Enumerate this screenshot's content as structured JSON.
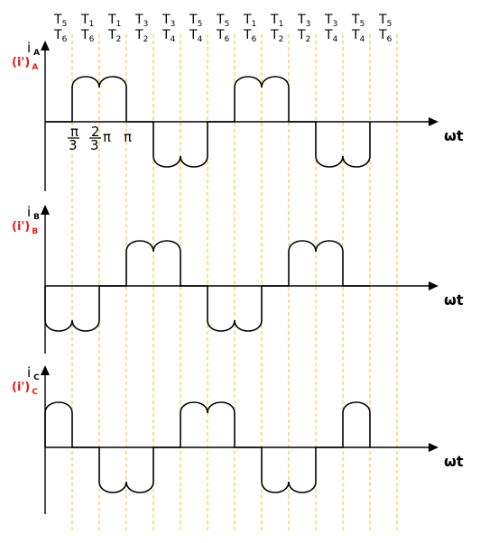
{
  "switch_labels": [
    {
      "top": "T",
      "top_sub": "5",
      "bottom": "T",
      "bottom_sub": "6"
    },
    {
      "top": "T",
      "top_sub": "1",
      "bottom": "T",
      "bottom_sub": "6"
    },
    {
      "top": "T",
      "top_sub": "1",
      "bottom": "T",
      "bottom_sub": "2"
    },
    {
      "top": "T",
      "top_sub": "3",
      "bottom": "T",
      "bottom_sub": "2"
    },
    {
      "top": "T",
      "top_sub": "3",
      "bottom": "T",
      "bottom_sub": "4"
    },
    {
      "top": "T",
      "top_sub": "5",
      "bottom": "T",
      "bottom_sub": "4"
    },
    {
      "top": "T",
      "top_sub": "5",
      "bottom": "T",
      "bottom_sub": "6"
    },
    {
      "top": "T",
      "top_sub": "1",
      "bottom": "T",
      "bottom_sub": "6"
    },
    {
      "top": "T",
      "top_sub": "1",
      "bottom": "T",
      "bottom_sub": "2"
    },
    {
      "top": "T",
      "top_sub": "3",
      "bottom": "T",
      "bottom_sub": "2"
    },
    {
      "top": "T",
      "top_sub": "3",
      "bottom": "T",
      "bottom_sub": "4"
    },
    {
      "top": "T",
      "top_sub": "5",
      "bottom": "T",
      "bottom_sub": "4"
    },
    {
      "top": "T",
      "top_sub": "5",
      "bottom": "T",
      "bottom_sub": "6"
    }
  ],
  "x_axis_label": "ωt",
  "ticks": {
    "pi_over_3": {
      "num": "π",
      "den": "3"
    },
    "two_pi_over_3": {
      "num": "2",
      "den": "3",
      "suffix": "π"
    },
    "pi": "π"
  },
  "colors": {
    "grid": "#f0c020",
    "alt_label": "#e0201a",
    "line": "#000000"
  },
  "panels": [
    {
      "name": "A",
      "label": "i",
      "label_sub": "A",
      "alt_label": "(i')",
      "alt_sub": "A",
      "pattern": [
        0,
        1,
        1,
        0,
        -1,
        -1,
        0,
        1,
        1,
        0,
        -1,
        -1
      ]
    },
    {
      "name": "B",
      "label": "i",
      "label_sub": "B",
      "alt_label": "(i')",
      "alt_sub": "B",
      "pattern": [
        -1,
        -1,
        0,
        1,
        1,
        0,
        -1,
        -1,
        0,
        1,
        1,
        0
      ]
    },
    {
      "name": "C",
      "label": "i",
      "label_sub": "C",
      "alt_label": "(i')",
      "alt_sub": "C",
      "pattern": [
        1,
        0,
        -1,
        -1,
        0,
        1,
        1,
        0,
        -1,
        -1,
        0,
        1
      ]
    }
  ]
}
